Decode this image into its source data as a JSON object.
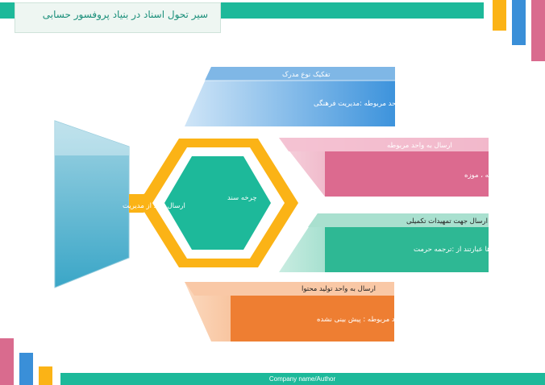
{
  "header": {
    "title": "سیر تحول اسناد در بنیاد پروفسور حسابی"
  },
  "left_block": {
    "label": "ارسال سند از مدیریت"
  },
  "center_hexagon": {
    "label": "چرخه سند"
  },
  "cards": [
    {
      "title": "تفکیک نوع مدرک",
      "body": "واحد مربوطه :مدیریت فرهنگی",
      "color": "#3d93dc"
    },
    {
      "title": "ارسال به واحد مربوطه",
      "body": "واحدها عبارتند از : کتابخانه ، آتلیه ، موزه",
      "color": "#dc6a8f"
    },
    {
      "title": "ارسال جهت تمهیدات تکمیلی",
      "body": "واحدها عبارتند از :ترجمه حرمت",
      "color": "#2eb894"
    },
    {
      "title": "ارسال به واحد تولید محتوا",
      "body": "واحد مربوطه : پیش بینی نشده",
      "color": "#ee7e32"
    }
  ],
  "footer": {
    "text": "Company name/Author"
  },
  "colors": {
    "teal": "#1db99a",
    "yellow": "#fbb316",
    "blue": "#3a8fd8",
    "pink": "#d96b8e"
  }
}
